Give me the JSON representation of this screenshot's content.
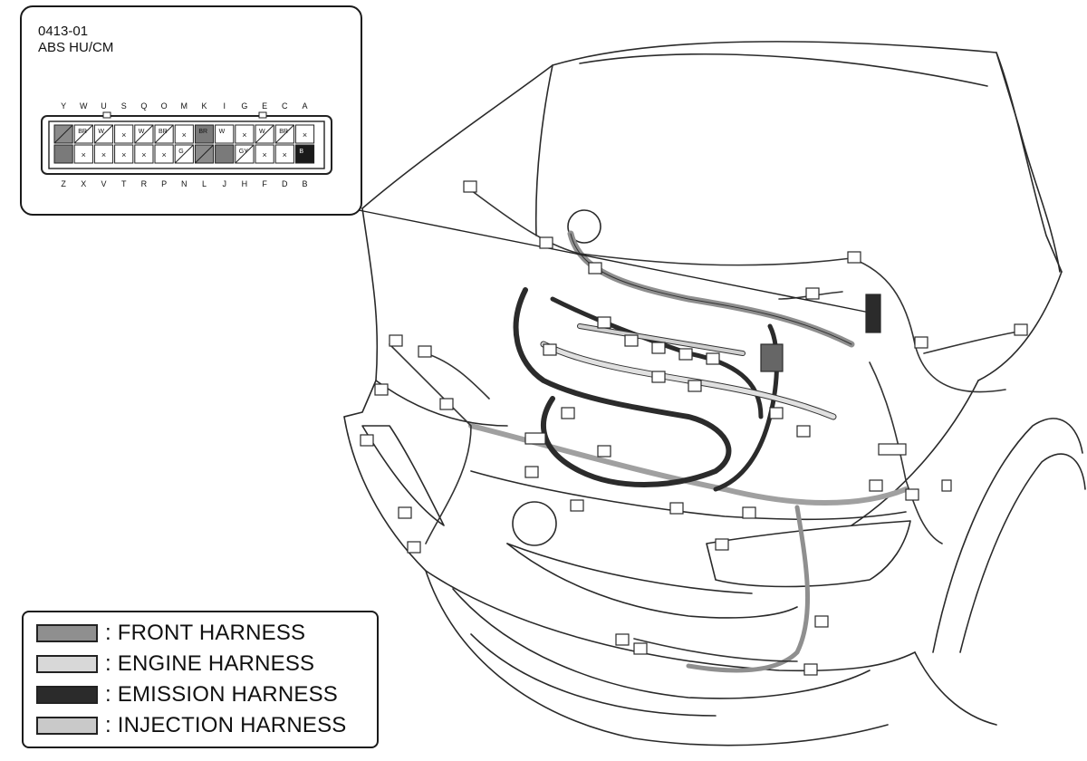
{
  "connector": {
    "code": "0413-01",
    "name": "ABS HU/CM",
    "top_pin_letters": [
      "Y",
      "W",
      "U",
      "S",
      "Q",
      "O",
      "M",
      "K",
      "I",
      "G",
      "E",
      "C",
      "A"
    ],
    "bottom_pin_letters": [
      "Z",
      "X",
      "V",
      "T",
      "R",
      "P",
      "N",
      "L",
      "J",
      "H",
      "F",
      "D",
      "B"
    ],
    "top_row_cells": [
      {
        "text": "",
        "fill": "dark-diag"
      },
      {
        "text": "BR",
        "fill": "diag"
      },
      {
        "text": "W",
        "fill": "diag"
      },
      {
        "text": "",
        "fill": "x"
      },
      {
        "text": "W",
        "fill": "diag"
      },
      {
        "text": "BR",
        "fill": "diag"
      },
      {
        "text": "",
        "fill": "x"
      },
      {
        "text": "BR",
        "fill": "dark"
      },
      {
        "text": "W",
        "fill": "plain"
      },
      {
        "text": "",
        "fill": "x"
      },
      {
        "text": "W",
        "fill": "diag"
      },
      {
        "text": "BR",
        "fill": "diag"
      },
      {
        "text": "",
        "fill": "x"
      }
    ],
    "bottom_row_cells": [
      {
        "text": "",
        "fill": "dark"
      },
      {
        "text": "",
        "fill": "x"
      },
      {
        "text": "",
        "fill": "x"
      },
      {
        "text": "",
        "fill": "x"
      },
      {
        "text": "",
        "fill": "x"
      },
      {
        "text": "",
        "fill": "x"
      },
      {
        "text": "G",
        "fill": "diag"
      },
      {
        "text": "",
        "fill": "dark-diag"
      },
      {
        "text": "",
        "fill": "dark"
      },
      {
        "text": "GY",
        "fill": "diag"
      },
      {
        "text": "",
        "fill": "x"
      },
      {
        "text": "",
        "fill": "x"
      },
      {
        "text": "B",
        "fill": "black"
      }
    ]
  },
  "legend": [
    {
      "label": ": FRONT HARNESS",
      "color": "#8f8f8f"
    },
    {
      "label": ": ENGINE HARNESS",
      "color": "#d8d8d8"
    },
    {
      "label": ": EMISSION HARNESS",
      "color": "#2b2b2b"
    },
    {
      "label": ": INJECTION HARNESS",
      "color": "#c9c9c9"
    }
  ]
}
